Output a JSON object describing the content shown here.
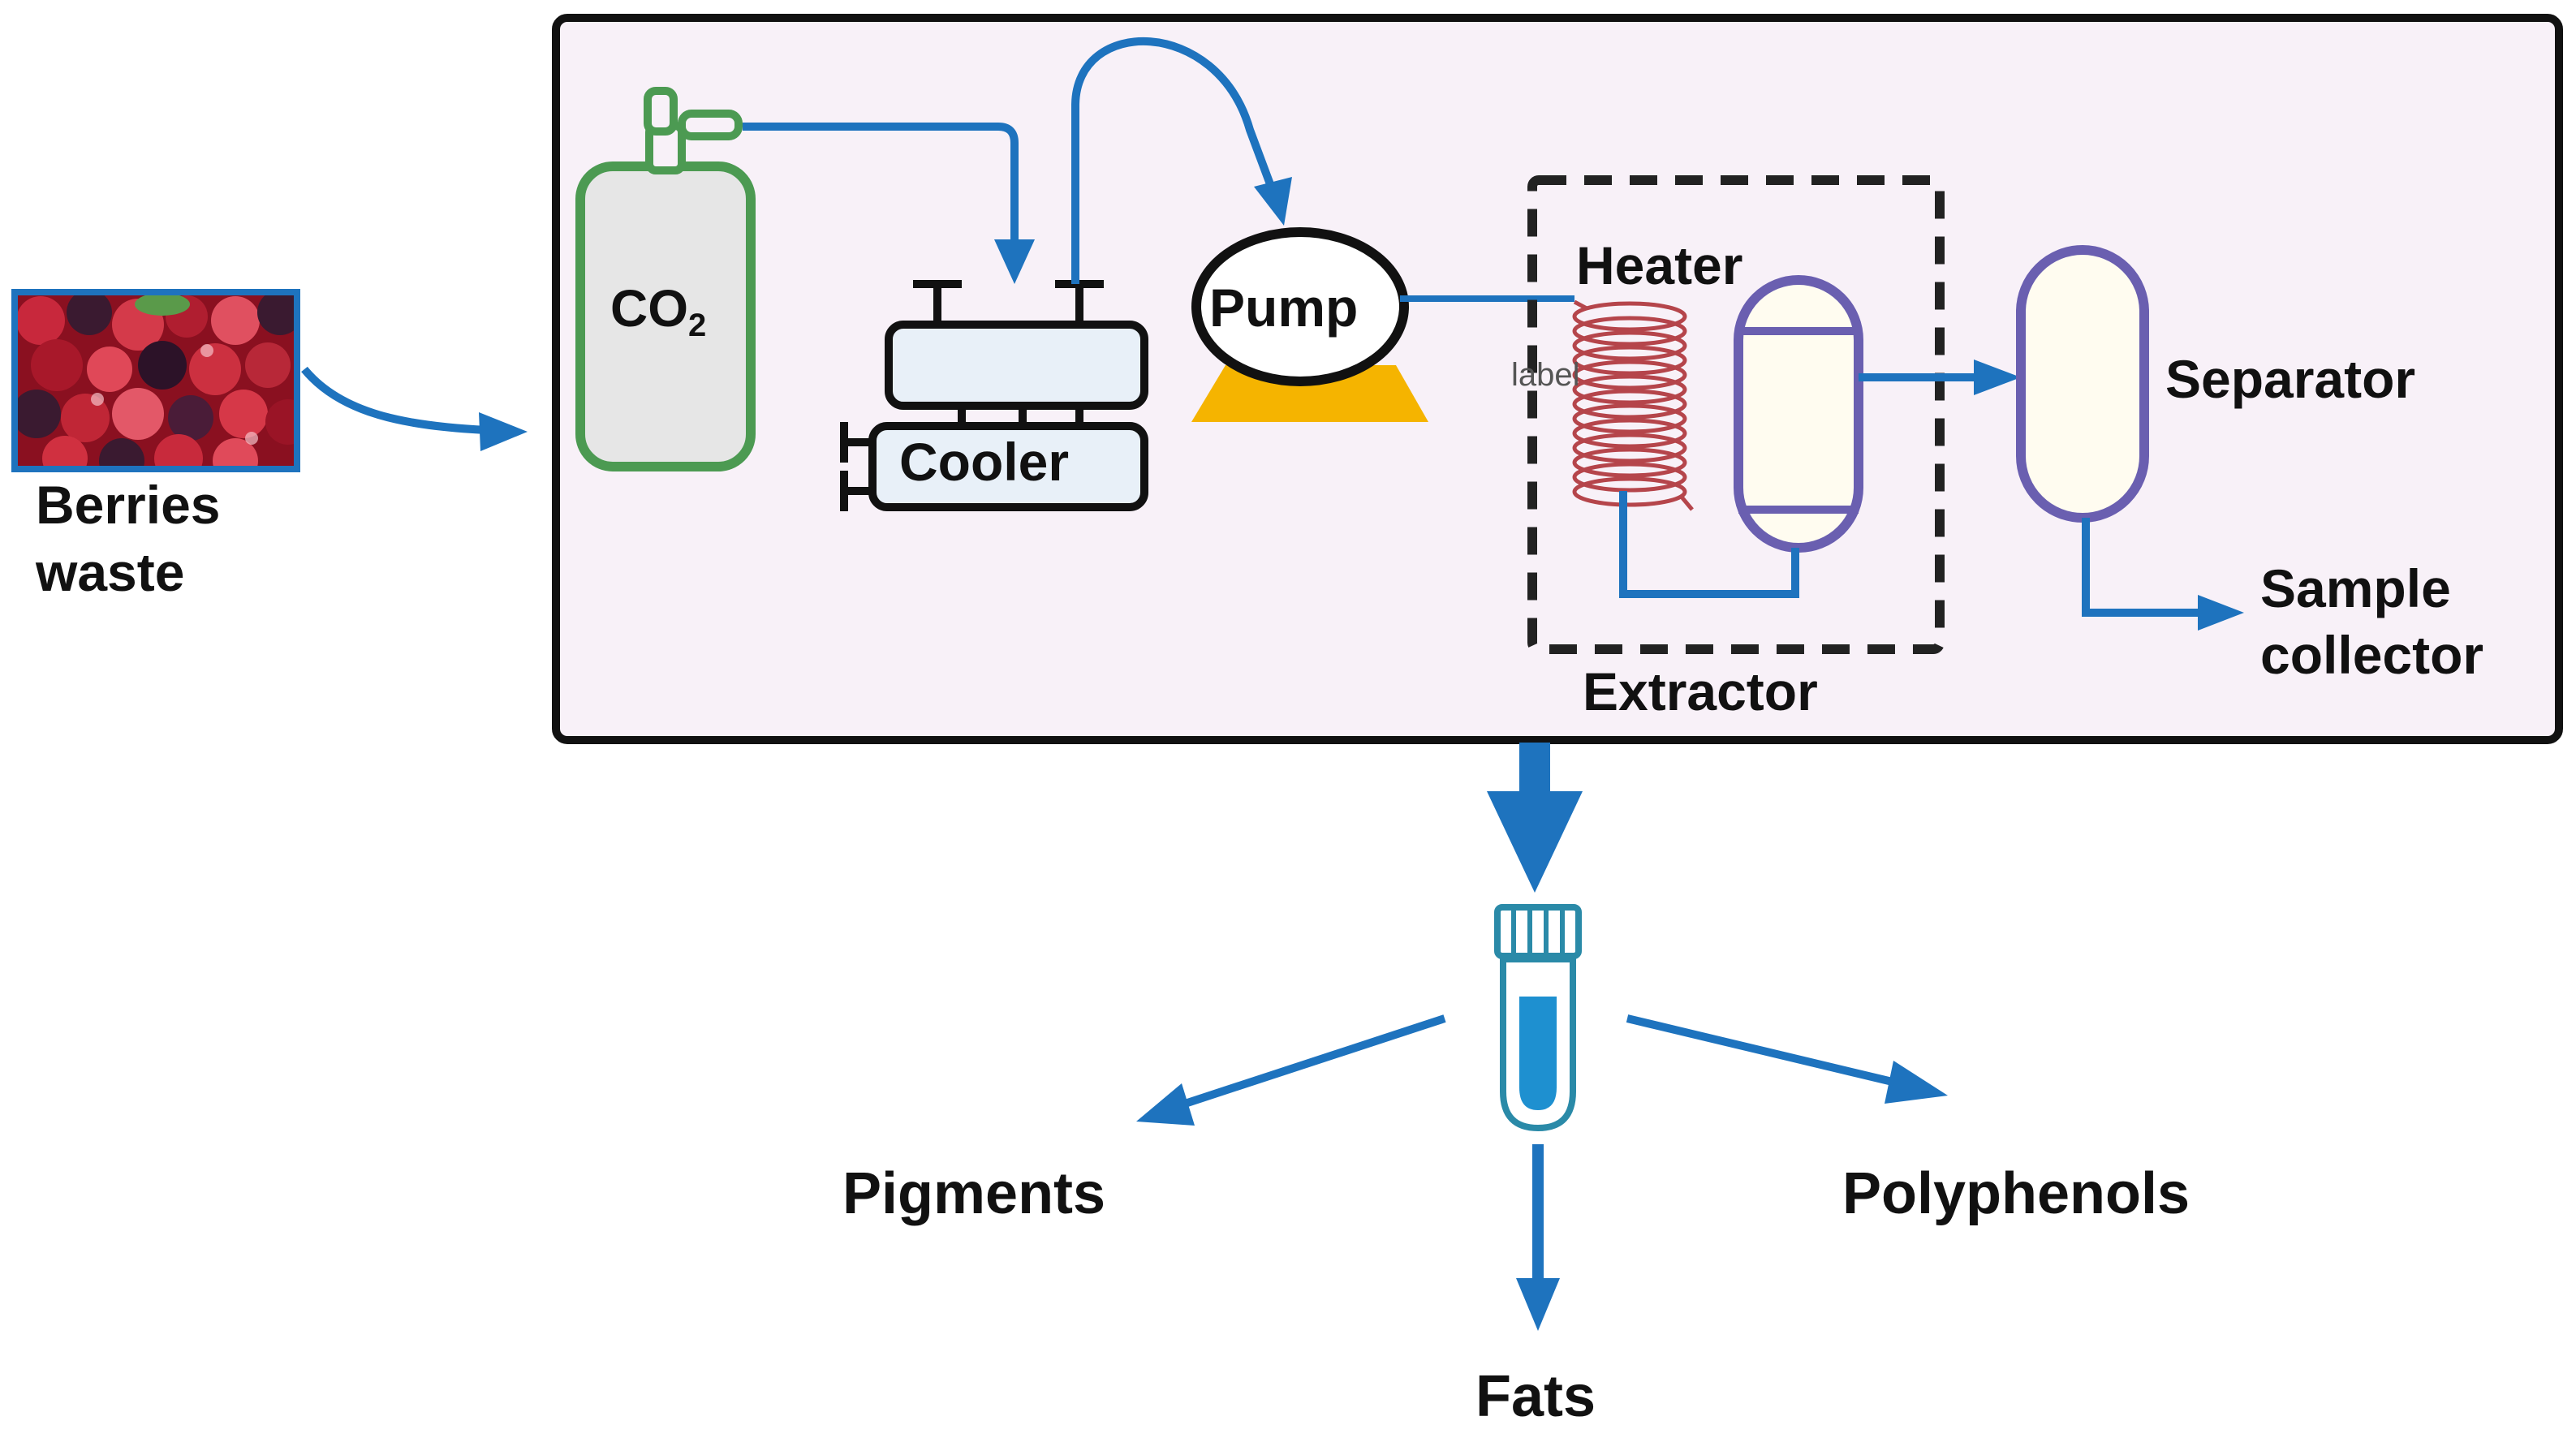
{
  "colors": {
    "flow": "#1e73be",
    "panel_bg": "#f8f1f8",
    "panel_border": "#111111",
    "cylinder": "#4c9a52",
    "cylinder_fill": "#e6e6e6",
    "vessel": "#6a5fb0",
    "vessel_fill": "#fffcf0",
    "pump_base": "#f5b400",
    "coil": "#b5454b",
    "cooler_fill": "#e8f0f8",
    "tube_cap": "#2a8aa8",
    "tube_liquid": "#1e90d0",
    "berry_red": "#c8283c",
    "berry_dark": "#3a1a30"
  },
  "input": {
    "label_line1": "Berries",
    "label_line2": "waste",
    "image_icon": "berries-photo"
  },
  "apparatus": {
    "co2_main": "CO",
    "co2_sub": "2",
    "cooler": "Cooler",
    "pump": "Pump",
    "heater": "Heater",
    "coil_label": "label",
    "extractor": "Extractor",
    "separator": "Separator",
    "sample_line1": "Sample",
    "sample_line2": "collector"
  },
  "products": {
    "vial_icon": "test-tube-icon",
    "pigments": "Pigments",
    "fats": "Fats",
    "polyphenols": "Polyphenols"
  }
}
